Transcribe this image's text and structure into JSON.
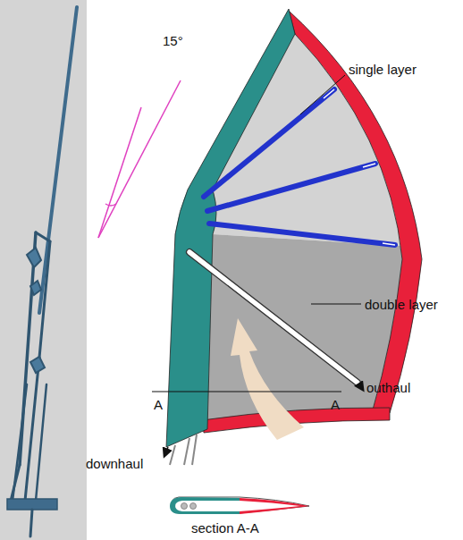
{
  "diagram": {
    "labels": [
      "15°",
      "single layer",
      "double layer",
      "outhaul",
      "A",
      "A",
      "downhaul",
      "section A-A"
    ]
  }
}
